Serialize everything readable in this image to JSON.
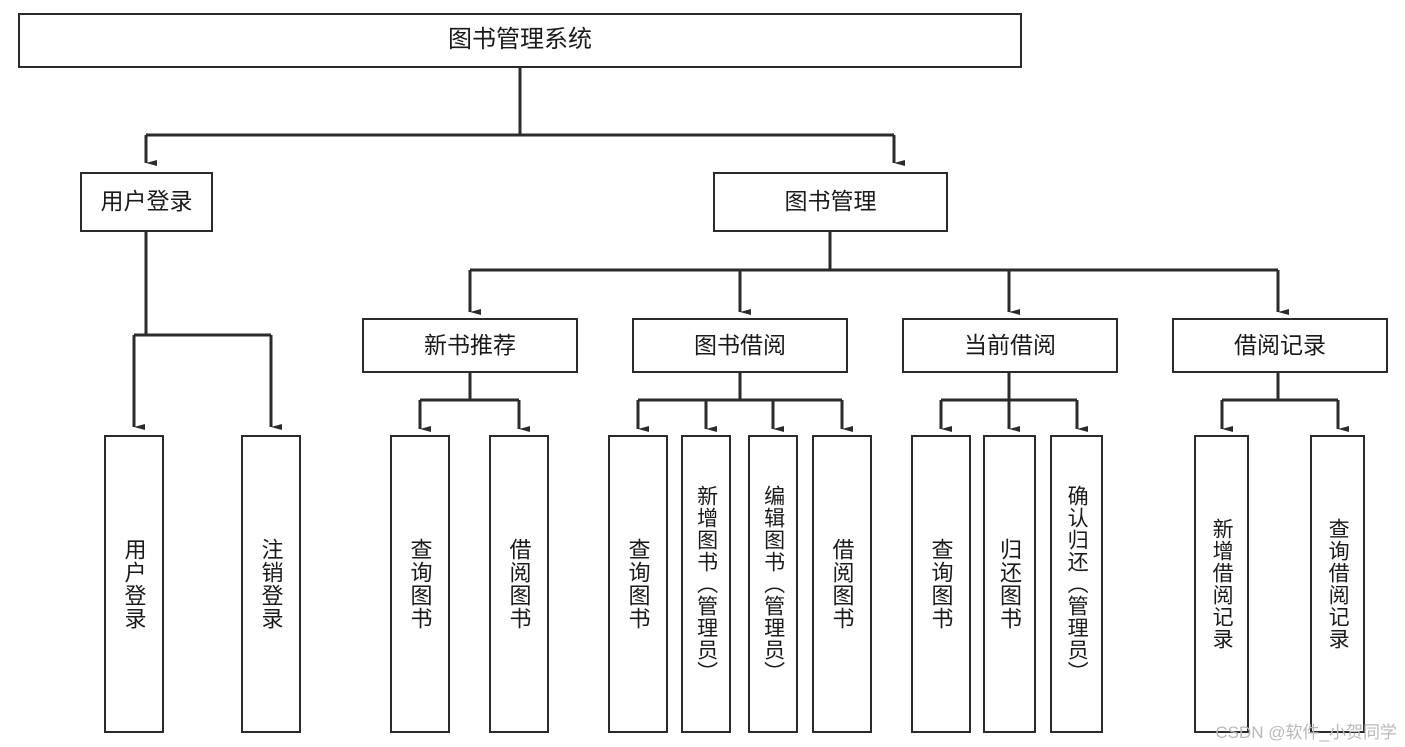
{
  "diagram": {
    "type": "tree-hierarchy",
    "title": "图书管理系统",
    "watermark": "CSDN @软件_小贺同学",
    "colors": {
      "border": "#2b2b2b",
      "background": "#ffffff",
      "text": "#1a1a1a",
      "edge": "#2b2b2b",
      "watermark": "#b9b9b9"
    },
    "nodes": {
      "root": {
        "label": "图书管理系统"
      },
      "level2": [
        {
          "label": "用户登录"
        },
        {
          "label": "图书管理"
        }
      ],
      "level3": [
        {
          "label": "新书推荐"
        },
        {
          "label": "图书借阅"
        },
        {
          "label": "当前借阅"
        },
        {
          "label": "借阅记录"
        }
      ],
      "leaves": {
        "user_login": [
          {
            "label": "用户登录"
          },
          {
            "label": "注销登录"
          }
        ],
        "new_book_recommend": [
          {
            "label": "查询图书"
          },
          {
            "label": "借阅图书"
          }
        ],
        "book_borrow": [
          {
            "label": "查询图书"
          },
          {
            "label": "新增图书（管理员）"
          },
          {
            "label": "编辑图书（管理员）"
          },
          {
            "label": "借阅图书"
          }
        ],
        "current_borrow": [
          {
            "label": "查询图书"
          },
          {
            "label": "归还图书"
          },
          {
            "label": "确认归还（管理员）"
          }
        ],
        "borrow_record": [
          {
            "label": "新增借阅记录"
          },
          {
            "label": "查询借阅记录"
          }
        ]
      }
    }
  }
}
